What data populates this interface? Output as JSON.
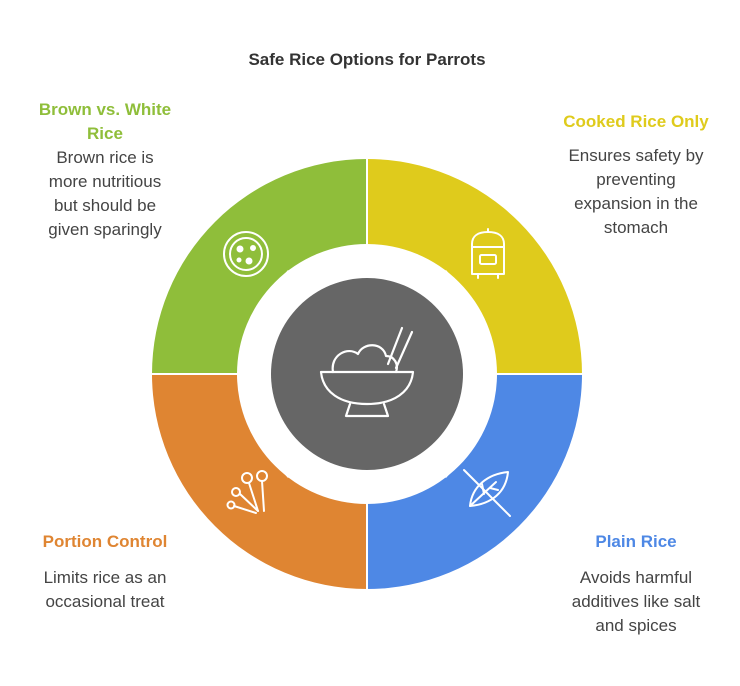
{
  "title": "Safe Rice Options for Parrots",
  "colors": {
    "green": "#8FBE3A",
    "yellow": "#DFCB1C",
    "blue": "#4E88E5",
    "orange": "#DF8532",
    "center": "#666666",
    "text": "#444444"
  },
  "segments": [
    {
      "heading": "Brown vs. White Rice",
      "heading_line1": "Brown vs. White",
      "heading_line2": "Rice",
      "description_lines": [
        "Brown rice is",
        "more nutritious",
        "but should be",
        "given sparingly"
      ],
      "icon": "pizza-icon"
    },
    {
      "heading": "Cooked Rice Only",
      "description_lines": [
        "Ensures safety by",
        "preventing",
        "expansion in the",
        "stomach"
      ],
      "icon": "rice-cooker-icon"
    },
    {
      "heading": "Plain Rice",
      "description_lines": [
        "Avoids harmful",
        "additives like salt",
        "and spices"
      ],
      "icon": "no-spices-icon"
    },
    {
      "heading": "Portion Control",
      "description_lines": [
        "Limits rice as an",
        "occasional treat"
      ],
      "icon": "portion-spoons-icon"
    }
  ],
  "center_icon": "rice-bowl-icon"
}
